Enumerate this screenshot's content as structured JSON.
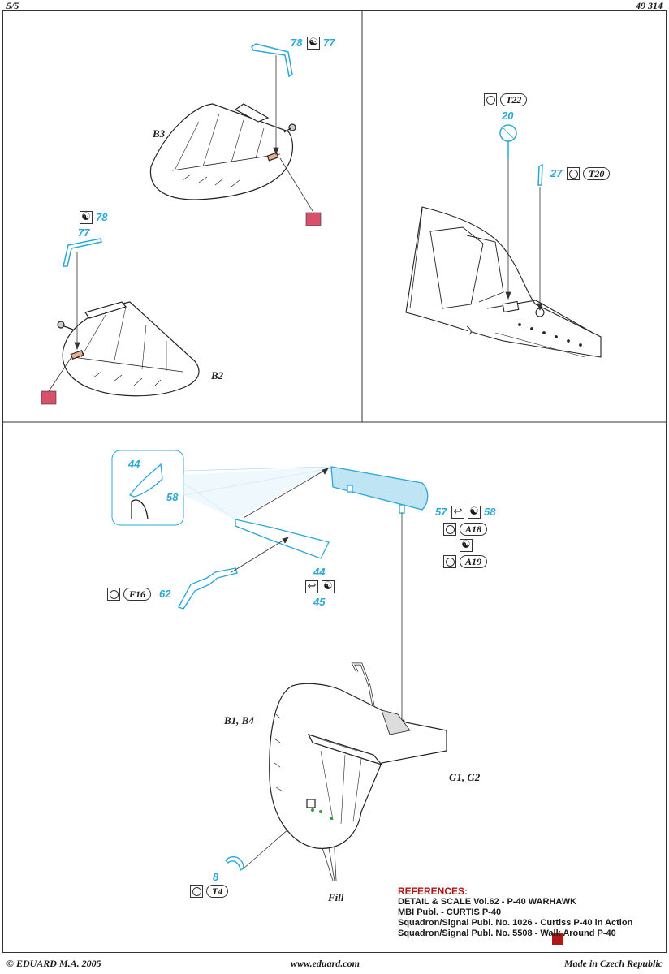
{
  "header": {
    "page": "5/5",
    "code": "49 314"
  },
  "panel1": {
    "top_refs": {
      "left": "78",
      "right": "77"
    },
    "b3": "B3",
    "mid_refs": {
      "a": "78",
      "b": "77"
    },
    "b2": "B2"
  },
  "panel2": {
    "t22": "T22",
    "n20": "20",
    "n27": "27",
    "t20": "T20"
  },
  "panel3": {
    "detail": {
      "a": "44",
      "b": "58"
    },
    "f16": "F16",
    "n62": "62",
    "n44": "44",
    "n45": "45",
    "n57": "57",
    "n58": "58",
    "a18": "A18",
    "a19": "A19",
    "b1b4": "B1, B4",
    "g1g2": "G1, G2",
    "n8": "8",
    "t4": "T4",
    "fill": "Fill"
  },
  "references": {
    "title": "REFERENCES:",
    "lines": [
      "DETAIL & SCALE Vol.62 - P-40 WARHAWK",
      "MBI Publ. - CURTIS P-40",
      "Squadron/Signal Publ. No. 1026 - Curtiss P-40 in Action",
      "Squadron/Signal Publ. No. 5508 - Walk Around P-40"
    ]
  },
  "footer": {
    "copyright": "© EDUARD  M.A. 2005",
    "website": "www.eduard.com",
    "made_in": "Made in Czech Republic"
  },
  "colors": {
    "pe_blue": "#2aa8d8",
    "refs_red": "#b01818",
    "fill_green": "#3a9a3a"
  }
}
